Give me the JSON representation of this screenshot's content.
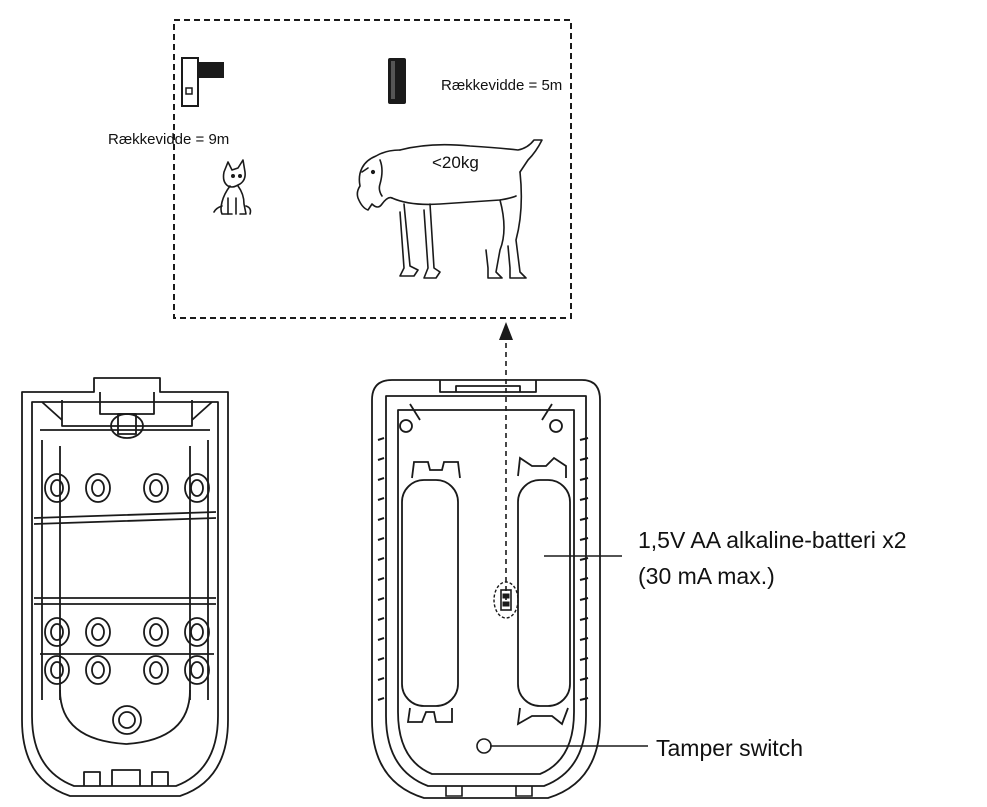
{
  "inset": {
    "label_range_small": "Rækkevidde = 9m",
    "label_range_large": "Rækkevidde = 5m",
    "label_weight": "<20kg"
  },
  "callouts": {
    "battery_line1": "1,5V AA alkaline-batteri x2",
    "battery_line2": "(30 mA max.)",
    "tamper": "Tamper switch"
  },
  "colors": {
    "line": "#1a1a1a",
    "fill_dark": "#222222",
    "fill_light": "#ffffff"
  }
}
